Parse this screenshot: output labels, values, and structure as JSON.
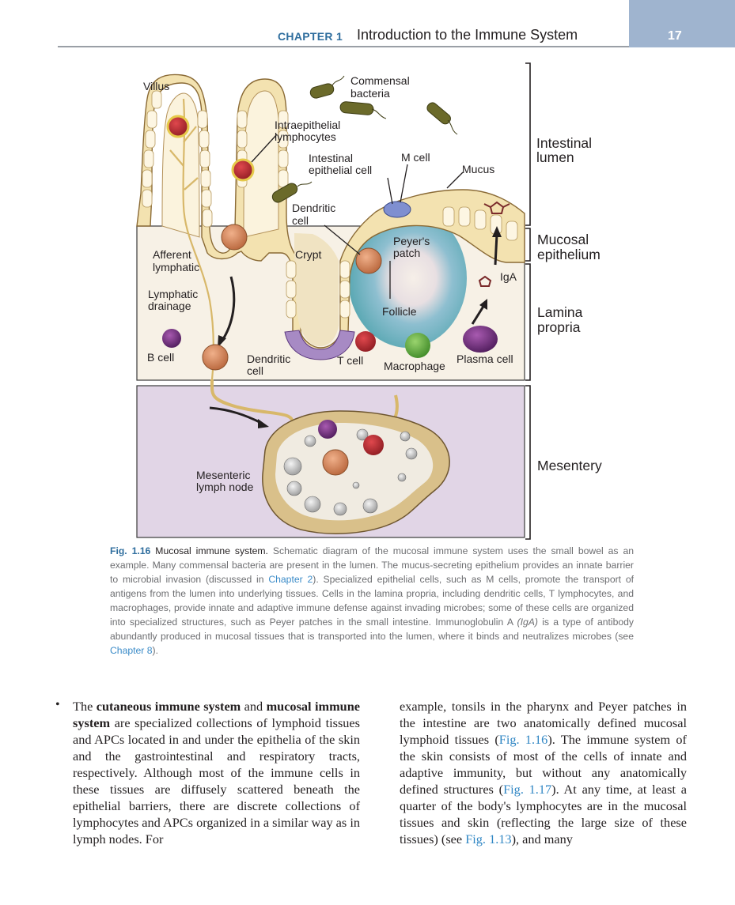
{
  "header": {
    "chapter": "CHAPTER 1",
    "title": "Introduction to the Immune System",
    "page_number": "17"
  },
  "figure": {
    "labels": {
      "villus": "Villus",
      "commensal_1": "Commensal",
      "commensal_2": "bacteria",
      "iel_1": "Intraepithelial",
      "iel_2": "lymphocytes",
      "iec_1": "Intestinal",
      "iec_2": "epithelial cell",
      "m_cell": "M cell",
      "mucus": "Mucus",
      "dendritic_1": "Dendritic",
      "dendritic_2": "cell",
      "afferent_1": "Afferent",
      "afferent_2": "lymphatic",
      "crypt": "Crypt",
      "peyers_1": "Peyer's",
      "peyers_2": "patch",
      "iga": "IgA",
      "lymphatic_1": "Lymphatic",
      "lymphatic_2": "drainage",
      "follicle": "Follicle",
      "b_cell": "B cell",
      "dendritic_b1": "Dendritic",
      "dendritic_b2": "cell",
      "t_cell": "T cell",
      "macrophage": "Macrophage",
      "plasma_cell": "Plasma cell",
      "mesenteric_1": "Mesenteric",
      "mesenteric_2": "lymph node"
    },
    "regions": {
      "lumen_1": "Intestinal",
      "lumen_2": "lumen",
      "epithelium_1": "Mucosal",
      "epithelium_2": "epithelium",
      "lamina_1": "Lamina",
      "lamina_2": "propria",
      "mesentery": "Mesentery"
    },
    "colors": {
      "epithelium": "#f5e6b8",
      "lamina_propria": "#f5efe4",
      "mesentery_bg": "#e0d3e4",
      "follicle": "#69b0bb",
      "lymph_node": "#cfb37a",
      "b_cell": "#7b2d84",
      "t_cell": "#c0272d",
      "macrophage": "#6fb14a",
      "plasma_cell": "#6a2b7c",
      "dendritic_cell": "#d98c5f",
      "bacteria": "#6e6b2c",
      "m_cell": "#7d8fd1"
    }
  },
  "caption": {
    "label": "Fig. 1.16",
    "title": "Mucosal immune system.",
    "text_1": "Schematic diagram of the mucosal immune system uses the small bowel as an example. Many commensal bacteria are present in the lumen. The mucus-secreting epithelium provides an innate barrier to microbial invasion (discussed in",
    "link_1": "Chapter 2",
    "text_2": "). Specialized epithelial cells, such as M cells, promote the transport of antigens from the lumen into underlying tissues. Cells in the lamina propria, including dendritic cells, T lymphocytes, and macrophages, provide innate and adaptive immune defense against invading microbes; some of these cells are organized into specialized structures, such as Peyer patches in the small intestine. Immunoglobulin A",
    "italic": "(IgA)",
    "text_3": "is a type of antibody abundantly produced in mucosal tissues that is transported into the lumen, where it binds and neutralizes microbes (see",
    "link_2": "Chapter 8",
    "text_4": ")."
  },
  "body": {
    "bullet": "•",
    "left": {
      "t1": "The",
      "b1": "cutaneous immune system",
      "t2": "and",
      "b2": "mucosal immune system",
      "t3": "are specialized collections of lymphoid tissues and APCs located in and under the epithelia of the skin and the gastrointestinal and respiratory tracts, respectively. Although most of the immune cells in these tissues are diffusely scattered beneath the epithelial barriers, there are discrete collections of lymphocytes and APCs organized in a similar way as in lymph nodes. For"
    },
    "right": {
      "t1": "example, tonsils in the pharynx and Peyer patches in the intestine are two anatomically defined mucosal lymphoid tissues (",
      "l1": "Fig. 1.16",
      "t2": "). The immune system of the skin consists of most of the cells of innate and adaptive immunity, but without any anatomically defined structures (",
      "l2": "Fig. 1.17",
      "t3": "). At any time, at least a quarter of the body's lymphocytes are in the mucosal tissues and skin (reflecting the large size of these tissues) (see",
      "l3": "Fig. 1.13",
      "t4": "), and many"
    }
  }
}
